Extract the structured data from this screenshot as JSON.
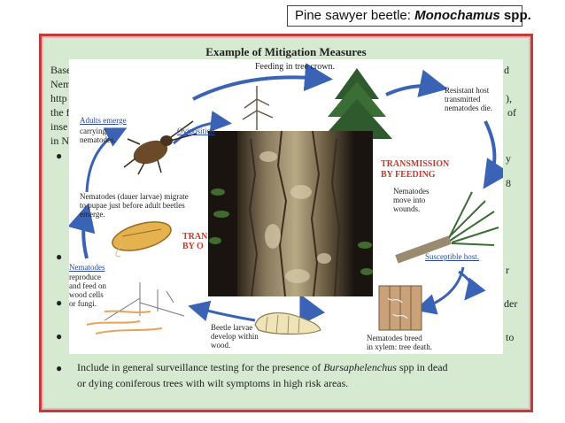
{
  "caption": {
    "prefix": "Pine sawyer beetle: ",
    "species": "Monochamus",
    "suffix": " spp."
  },
  "panel": {
    "title": "Example of Mitigation Measures",
    "left_fragments": [
      "Base",
      "Nem",
      "http",
      "the f",
      "inse",
      "in N"
    ],
    "right_fragments": [
      "d",
      "), ",
      "of",
      "y",
      "8",
      "r",
      "der",
      "to"
    ],
    "last_bullet_parts": {
      "line1_before": "Include in general surveillance testing for the presence of ",
      "line1_italic": "Bursaphelenchus",
      "line1_after": " spp in dead",
      "line2": "or dying coniferous trees with wilt symptoms in high risk areas."
    }
  },
  "diagram": {
    "feeding_in_tree_crown": "Feeding in tree crown.",
    "resistant_host": [
      "Resistant host",
      "transmitted",
      "nematodes die."
    ],
    "adults_emerge": "Adults emerge",
    "carrying_nematodes": [
      "carrying",
      "nematodes."
    ],
    "oviposition": "Oviposition",
    "transmission_by_feeding": [
      "TRANSMISSION",
      "BY FEEDING"
    ],
    "nematodes_move": [
      "Nematodes",
      "move into",
      "wounds."
    ],
    "dauer_larvae": [
      "Nematodes (dauer larvae) migrate",
      "to pupae just before adult beetles",
      "emerge."
    ],
    "transmission_partial": [
      "TRAN",
      "BY O"
    ],
    "susceptible_host": "Susceptible host.",
    "nematodes_reproduce_title": "Nematodes",
    "nematodes_reproduce": [
      "reproduce",
      "and feed on",
      "wood cells",
      "or fungi."
    ],
    "beetle_larvae": [
      "Beetle larvae",
      "develop within",
      "wood."
    ],
    "nematodes_breed": [
      "Nematodes breed",
      "in xylem: tree death."
    ]
  },
  "colors": {
    "panel_bg": "#d6ead2",
    "panel_border": "#c23a3a",
    "arrow": "#3b63b5",
    "label_red": "#c63a2c"
  }
}
